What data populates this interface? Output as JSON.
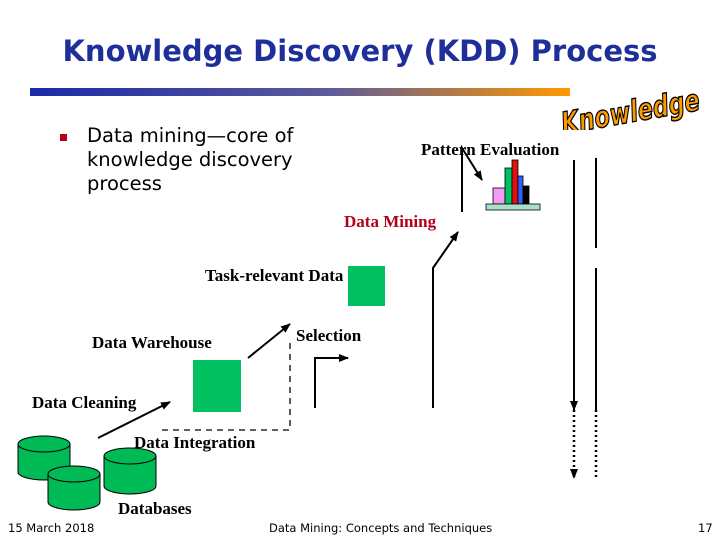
{
  "slide": {
    "title": "Knowledge Discovery (KDD) Process",
    "knowledge_art": "Knowledge",
    "bullet": "Data mining—core of\nknowledge discovery\nprocess"
  },
  "diagram": {
    "pattern_evaluation": "Pattern Evaluation",
    "data_mining": "Data Mining",
    "task_relevant_data": "Task-relevant Data",
    "data_warehouse": "Data Warehouse",
    "selection": "Selection",
    "data_cleaning": "Data Cleaning",
    "data_integration": "Data Integration",
    "databases": "Databases"
  },
  "footer": {
    "date": "15 March 2018",
    "center": "Data Mining: Concepts and Techniques",
    "page": "17"
  },
  "colors": {
    "title": "#1f2f9a",
    "bullet_marker": "#b3001b",
    "label_red": "#b3001b",
    "box_green": "#00c060",
    "cylinder_green": "#00bb55",
    "knowledge_orange": "#ff9900",
    "rule_blue": "#1a2aa8",
    "rule_orange": "#ff9900"
  }
}
